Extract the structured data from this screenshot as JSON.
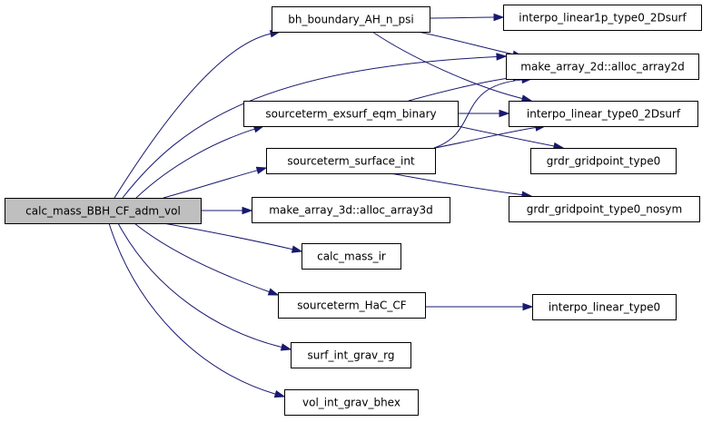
{
  "graph": {
    "nodes": [
      {
        "id": "calc_mass_BBH_CF_adm_vol",
        "label": "calc_mass_BBH_CF_adm_vol",
        "root": true
      },
      {
        "id": "bh_boundary_AH_n_psi",
        "label": "bh_boundary_AH_n_psi"
      },
      {
        "id": "interpo_linear1p_type0_2Dsurf",
        "label": "interpo_linear1p_type0_2Dsurf"
      },
      {
        "id": "make_array_2d_alloc_array2d",
        "label": "make_array_2d::alloc_array2d"
      },
      {
        "id": "sourceterm_exsurf_eqm_binary",
        "label": "sourceterm_exsurf_eqm_binary"
      },
      {
        "id": "interpo_linear_type0_2Dsurf",
        "label": "interpo_linear_type0_2Dsurf"
      },
      {
        "id": "sourceterm_surface_int",
        "label": "sourceterm_surface_int"
      },
      {
        "id": "grdr_gridpoint_type0",
        "label": "grdr_gridpoint_type0"
      },
      {
        "id": "grdr_gridpoint_type0_nosym",
        "label": "grdr_gridpoint_type0_nosym"
      },
      {
        "id": "make_array_3d_alloc_array3d",
        "label": "make_array_3d::alloc_array3d"
      },
      {
        "id": "calc_mass_ir",
        "label": "calc_mass_ir"
      },
      {
        "id": "sourceterm_HaC_CF",
        "label": "sourceterm_HaC_CF"
      },
      {
        "id": "interpo_linear_type0",
        "label": "interpo_linear_type0"
      },
      {
        "id": "surf_int_grav_rg",
        "label": "surf_int_grav_rg"
      },
      {
        "id": "vol_int_grav_bhex",
        "label": "vol_int_grav_bhex"
      }
    ],
    "edges": [
      {
        "from": "calc_mass_BBH_CF_adm_vol",
        "to": "bh_boundary_AH_n_psi"
      },
      {
        "from": "calc_mass_BBH_CF_adm_vol",
        "to": "make_array_2d_alloc_array2d"
      },
      {
        "from": "calc_mass_BBH_CF_adm_vol",
        "to": "sourceterm_exsurf_eqm_binary"
      },
      {
        "from": "calc_mass_BBH_CF_adm_vol",
        "to": "sourceterm_surface_int"
      },
      {
        "from": "calc_mass_BBH_CF_adm_vol",
        "to": "make_array_3d_alloc_array3d"
      },
      {
        "from": "calc_mass_BBH_CF_adm_vol",
        "to": "calc_mass_ir"
      },
      {
        "from": "calc_mass_BBH_CF_adm_vol",
        "to": "sourceterm_HaC_CF"
      },
      {
        "from": "calc_mass_BBH_CF_adm_vol",
        "to": "surf_int_grav_rg"
      },
      {
        "from": "calc_mass_BBH_CF_adm_vol",
        "to": "vol_int_grav_bhex"
      },
      {
        "from": "bh_boundary_AH_n_psi",
        "to": "interpo_linear1p_type0_2Dsurf"
      },
      {
        "from": "bh_boundary_AH_n_psi",
        "to": "make_array_2d_alloc_array2d"
      },
      {
        "from": "bh_boundary_AH_n_psi",
        "to": "interpo_linear_type0_2Dsurf"
      },
      {
        "from": "sourceterm_exsurf_eqm_binary",
        "to": "make_array_2d_alloc_array2d"
      },
      {
        "from": "sourceterm_exsurf_eqm_binary",
        "to": "interpo_linear_type0_2Dsurf"
      },
      {
        "from": "sourceterm_exsurf_eqm_binary",
        "to": "grdr_gridpoint_type0"
      },
      {
        "from": "sourceterm_surface_int",
        "to": "make_array_2d_alloc_array2d"
      },
      {
        "from": "sourceterm_surface_int",
        "to": "interpo_linear_type0_2Dsurf"
      },
      {
        "from": "sourceterm_surface_int",
        "to": "grdr_gridpoint_type0_nosym"
      },
      {
        "from": "sourceterm_HaC_CF",
        "to": "interpo_linear_type0"
      }
    ]
  }
}
